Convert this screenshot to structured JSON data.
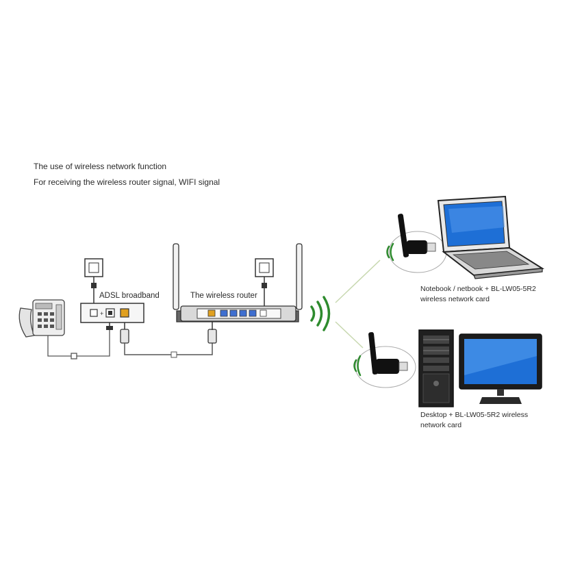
{
  "header": {
    "line1": "The use of wireless network function",
    "line2": "For receiving the wireless router signal, WIFI signal"
  },
  "labels": {
    "adsl": "ADSL broadband",
    "router": "The wireless router",
    "notebook_line1": "Notebook / netbook + BL-LW05-5R2",
    "notebook_line2": "wireless network card",
    "desktop_line1": "Desktop + BL-LW05-5R2 wireless",
    "desktop_line2": "network card"
  },
  "colors": {
    "signal": "#2e8b2e",
    "port_blue": "#3f6fd0",
    "port_yellow": "#e0a020",
    "screen_blue": "#1e6fd6",
    "link_line": "#c8d8b0"
  }
}
